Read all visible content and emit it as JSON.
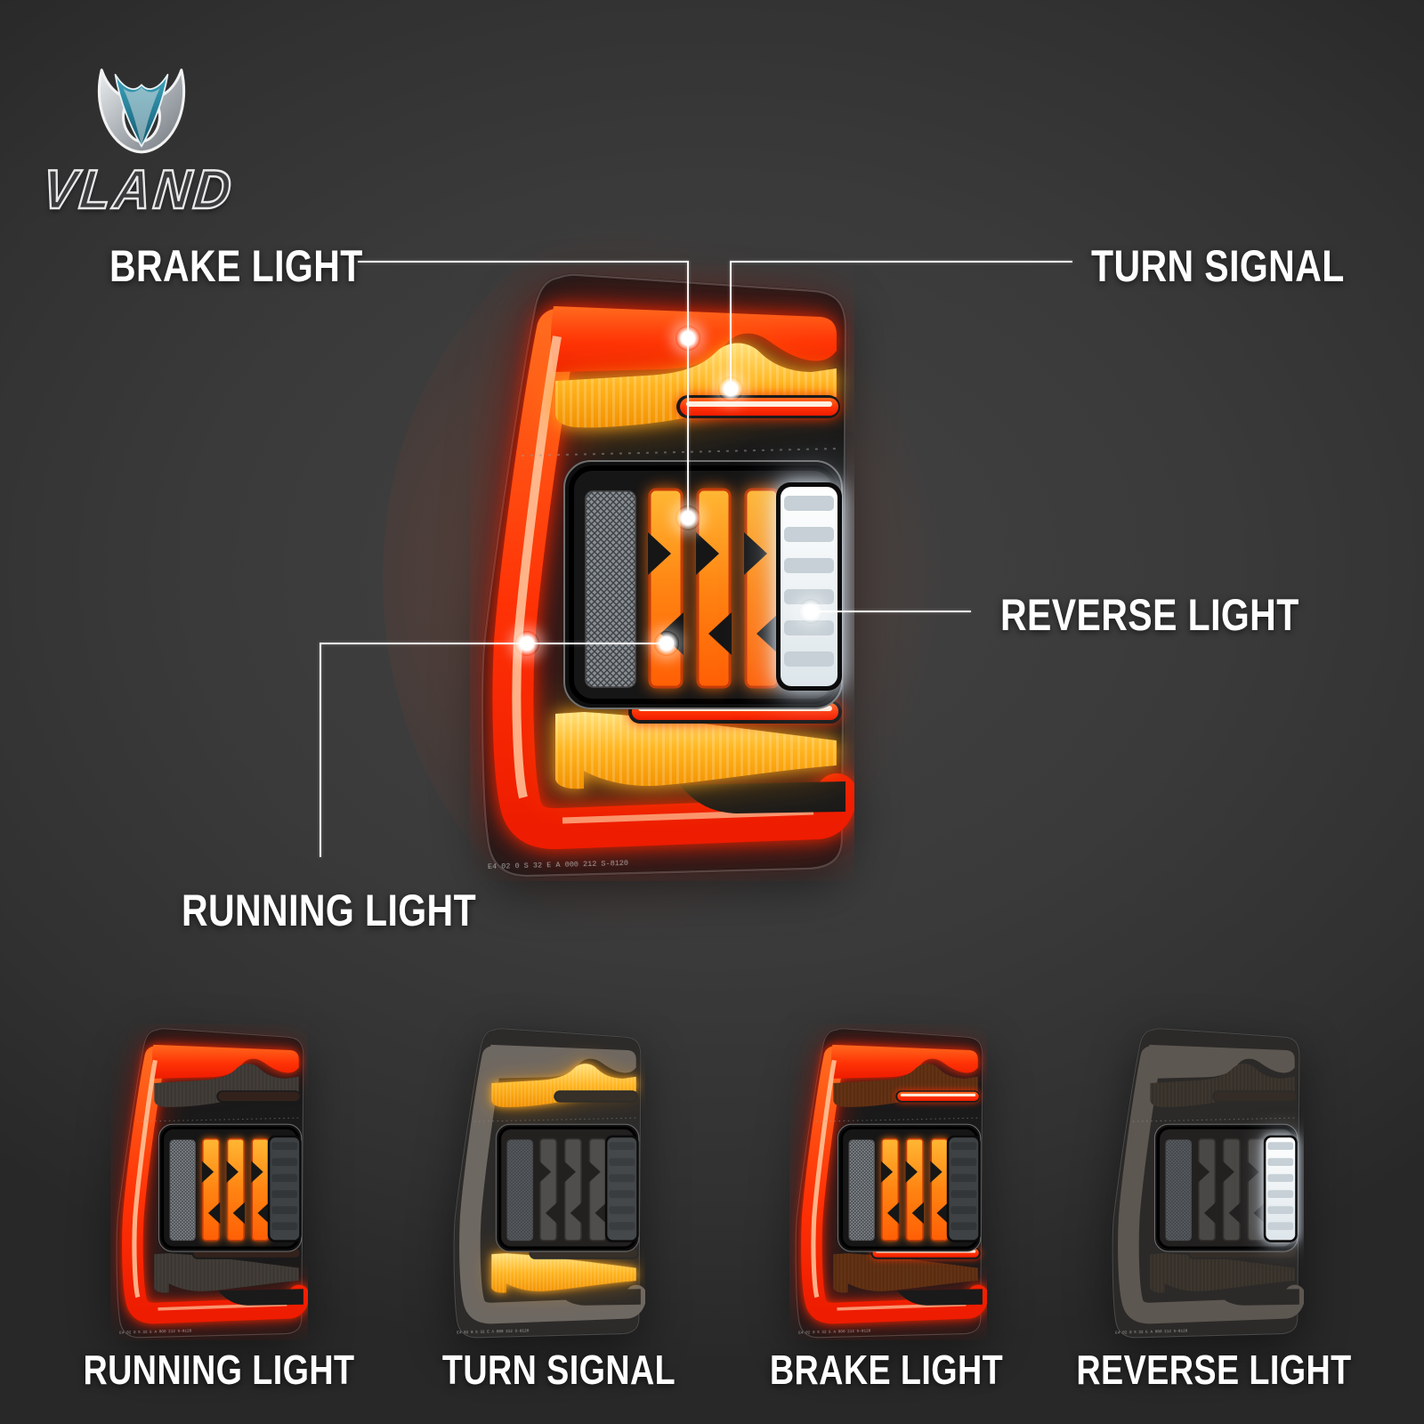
{
  "brand": {
    "logo_text": "VLAND"
  },
  "background": {
    "base": "#3a3a3a",
    "vignette": "#282828"
  },
  "colors": {
    "red_lit": "#ff2f06",
    "amber_lit": "#ffb41e",
    "bar_orange": "#ff8a14",
    "reverse_white": "#f6fafc",
    "callout_line": "#ffffff",
    "label_text": "#ffffff"
  },
  "hero_callouts": {
    "brake": {
      "label": "BRAKE LIGHT"
    },
    "turn": {
      "label": "TURN SIGNAL"
    },
    "reverse": {
      "label": "REVERSE LIGHT"
    },
    "running": {
      "label": "RUNNING LIGHT"
    }
  },
  "lamp_marking": "E4 02 0 S 32 E A 000 212 S-8120",
  "modes_row": [
    {
      "mode": "running",
      "label": "RUNNING LIGHT"
    },
    {
      "mode": "turn",
      "label": "TURN SIGNAL"
    },
    {
      "mode": "brake",
      "label": "BRAKE LIGHT"
    },
    {
      "mode": "reverse",
      "label": "REVERSE LIGHT"
    }
  ]
}
